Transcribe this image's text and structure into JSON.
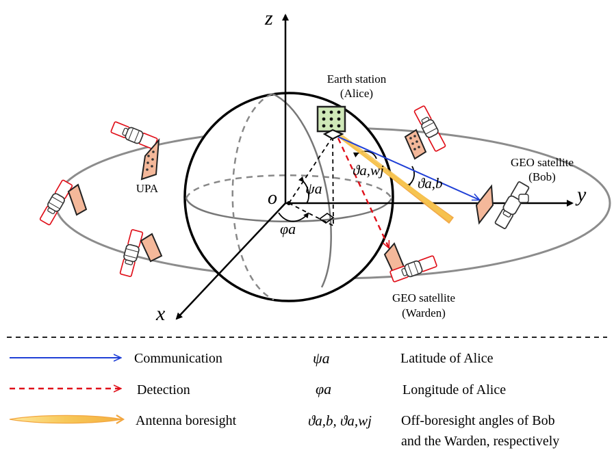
{
  "axes": {
    "z": "z",
    "y": "y",
    "x": "x",
    "origin": "o"
  },
  "labels": {
    "earth_station_line1": "Earth station",
    "earth_station_line2": "(Alice)",
    "upa": "UPA",
    "geo_bob_line1": "GEO satellite",
    "geo_bob_line2": "(Bob)",
    "geo_warden_line1": "GEO satellite",
    "geo_warden_line2": "(Warden)"
  },
  "angles": {
    "psi_a": "ψa",
    "phi_a": "φa",
    "theta_ab": "ϑa,b",
    "theta_awj": "ϑa,wj"
  },
  "legend": {
    "communication": "Communication",
    "detection": "Detection",
    "boresight": "Antenna boresight",
    "psi_symbol": "ψa",
    "psi_desc": "Latitude of Alice",
    "phi_symbol": "φa",
    "phi_desc": "Longitude of Alice",
    "theta_symbols": "ϑa,b, ϑa,wj",
    "theta_desc_line1": "Off-boresight angles of Bob",
    "theta_desc_line2": "and the Warden, respectively"
  },
  "colors": {
    "communication": "#1f3fd6",
    "detection": "#e0101a",
    "boresight": "#f5c242",
    "satellite_outline": "#e0101a",
    "panel_fill": "#f4b89a",
    "station_fill": "#cfe8b8"
  }
}
